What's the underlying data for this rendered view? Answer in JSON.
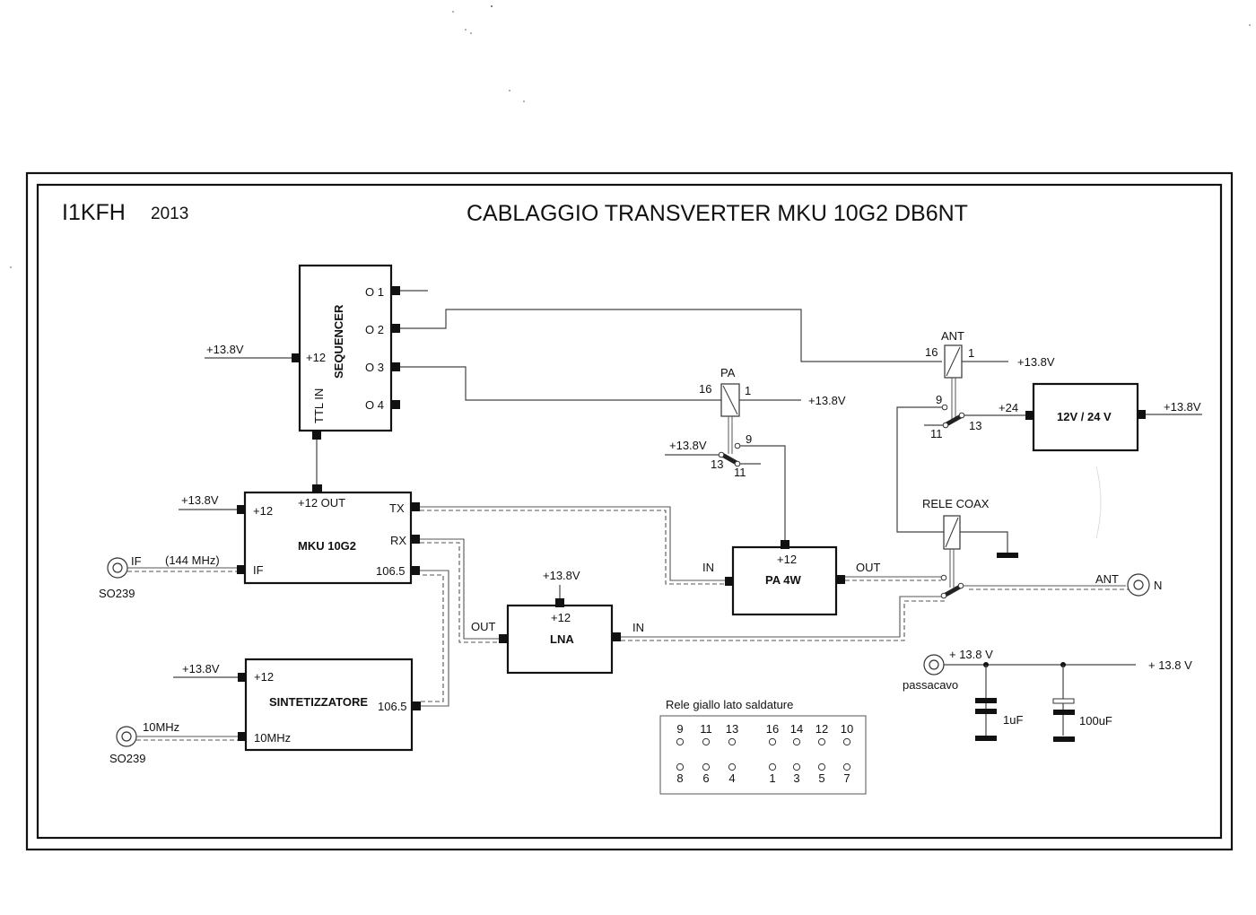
{
  "header": {
    "author": "I1KFH",
    "year": "2013",
    "title": "CABLAGGIO TRANSVERTER MKU 10G2 DB6NT"
  },
  "sequencer": {
    "name": "SEQUENCER",
    "supply_pin": "+12",
    "supply_label": "+13.8V",
    "ttl_pin": "TTL IN",
    "outputs": [
      "O 1",
      "O 2",
      "O 3",
      "O 4"
    ]
  },
  "mku": {
    "name": "MKU 10G2",
    "supply_pin": "+12",
    "supply_label": "+13.8V",
    "out_pin": "+12 OUT",
    "tx_pin": "TX",
    "rx_pin": "RX",
    "lo_pin": "106.5",
    "if_pin": "IF",
    "if_connector_label": "IF",
    "if_freq": "(144 MHz)",
    "if_connector_type": "SO239"
  },
  "synth": {
    "name": "SINTETIZZATORE",
    "supply_pin": "+12",
    "supply_label": "+13.8V",
    "out_pin": "106.5",
    "ref_pin": "10MHz",
    "ref_connector_label": "10MHz",
    "ref_connector_type": "SO239"
  },
  "lna": {
    "name": "LNA",
    "supply_pin": "+12",
    "supply_label": "+13.8V",
    "out_label": "OUT",
    "in_label": "IN"
  },
  "pa": {
    "name": "PA 4W",
    "supply_pin": "+12",
    "in_label": "IN",
    "out_label": "OUT"
  },
  "relay_pa": {
    "name": "PA",
    "coil_pin_a": "16",
    "coil_pin_b": "1",
    "coil_supply": "+13.8V",
    "contact_supply": "+13.8V",
    "contact_no": "9",
    "contact_common": "13",
    "contact_nc": "11"
  },
  "relay_ant": {
    "name": "ANT",
    "coil_pin_a": "16",
    "coil_pin_b": "1",
    "coil_supply": "+13.8V",
    "contact_no": "9",
    "contact_common": "13",
    "contact_nc": "11"
  },
  "converter": {
    "name": "12V / 24 V",
    "in_label": "+24",
    "out_label": "+13.8V"
  },
  "coax_relay": {
    "name": "RELE COAX",
    "antenna_label": "ANT",
    "connector_type": "N"
  },
  "feedthrough": {
    "in_label": "+ 13.8 V",
    "out_label": "+ 13.8 V",
    "connector_label": "passacavo",
    "cap1": "1uF",
    "cap2": "100uF"
  },
  "pinout": {
    "title": "Rele giallo lato saldature",
    "top_row": [
      "9",
      "11",
      "13",
      "16",
      "14",
      "12",
      "10"
    ],
    "bottom_row": [
      "8",
      "6",
      "4",
      "1",
      "3",
      "5",
      "7"
    ]
  }
}
